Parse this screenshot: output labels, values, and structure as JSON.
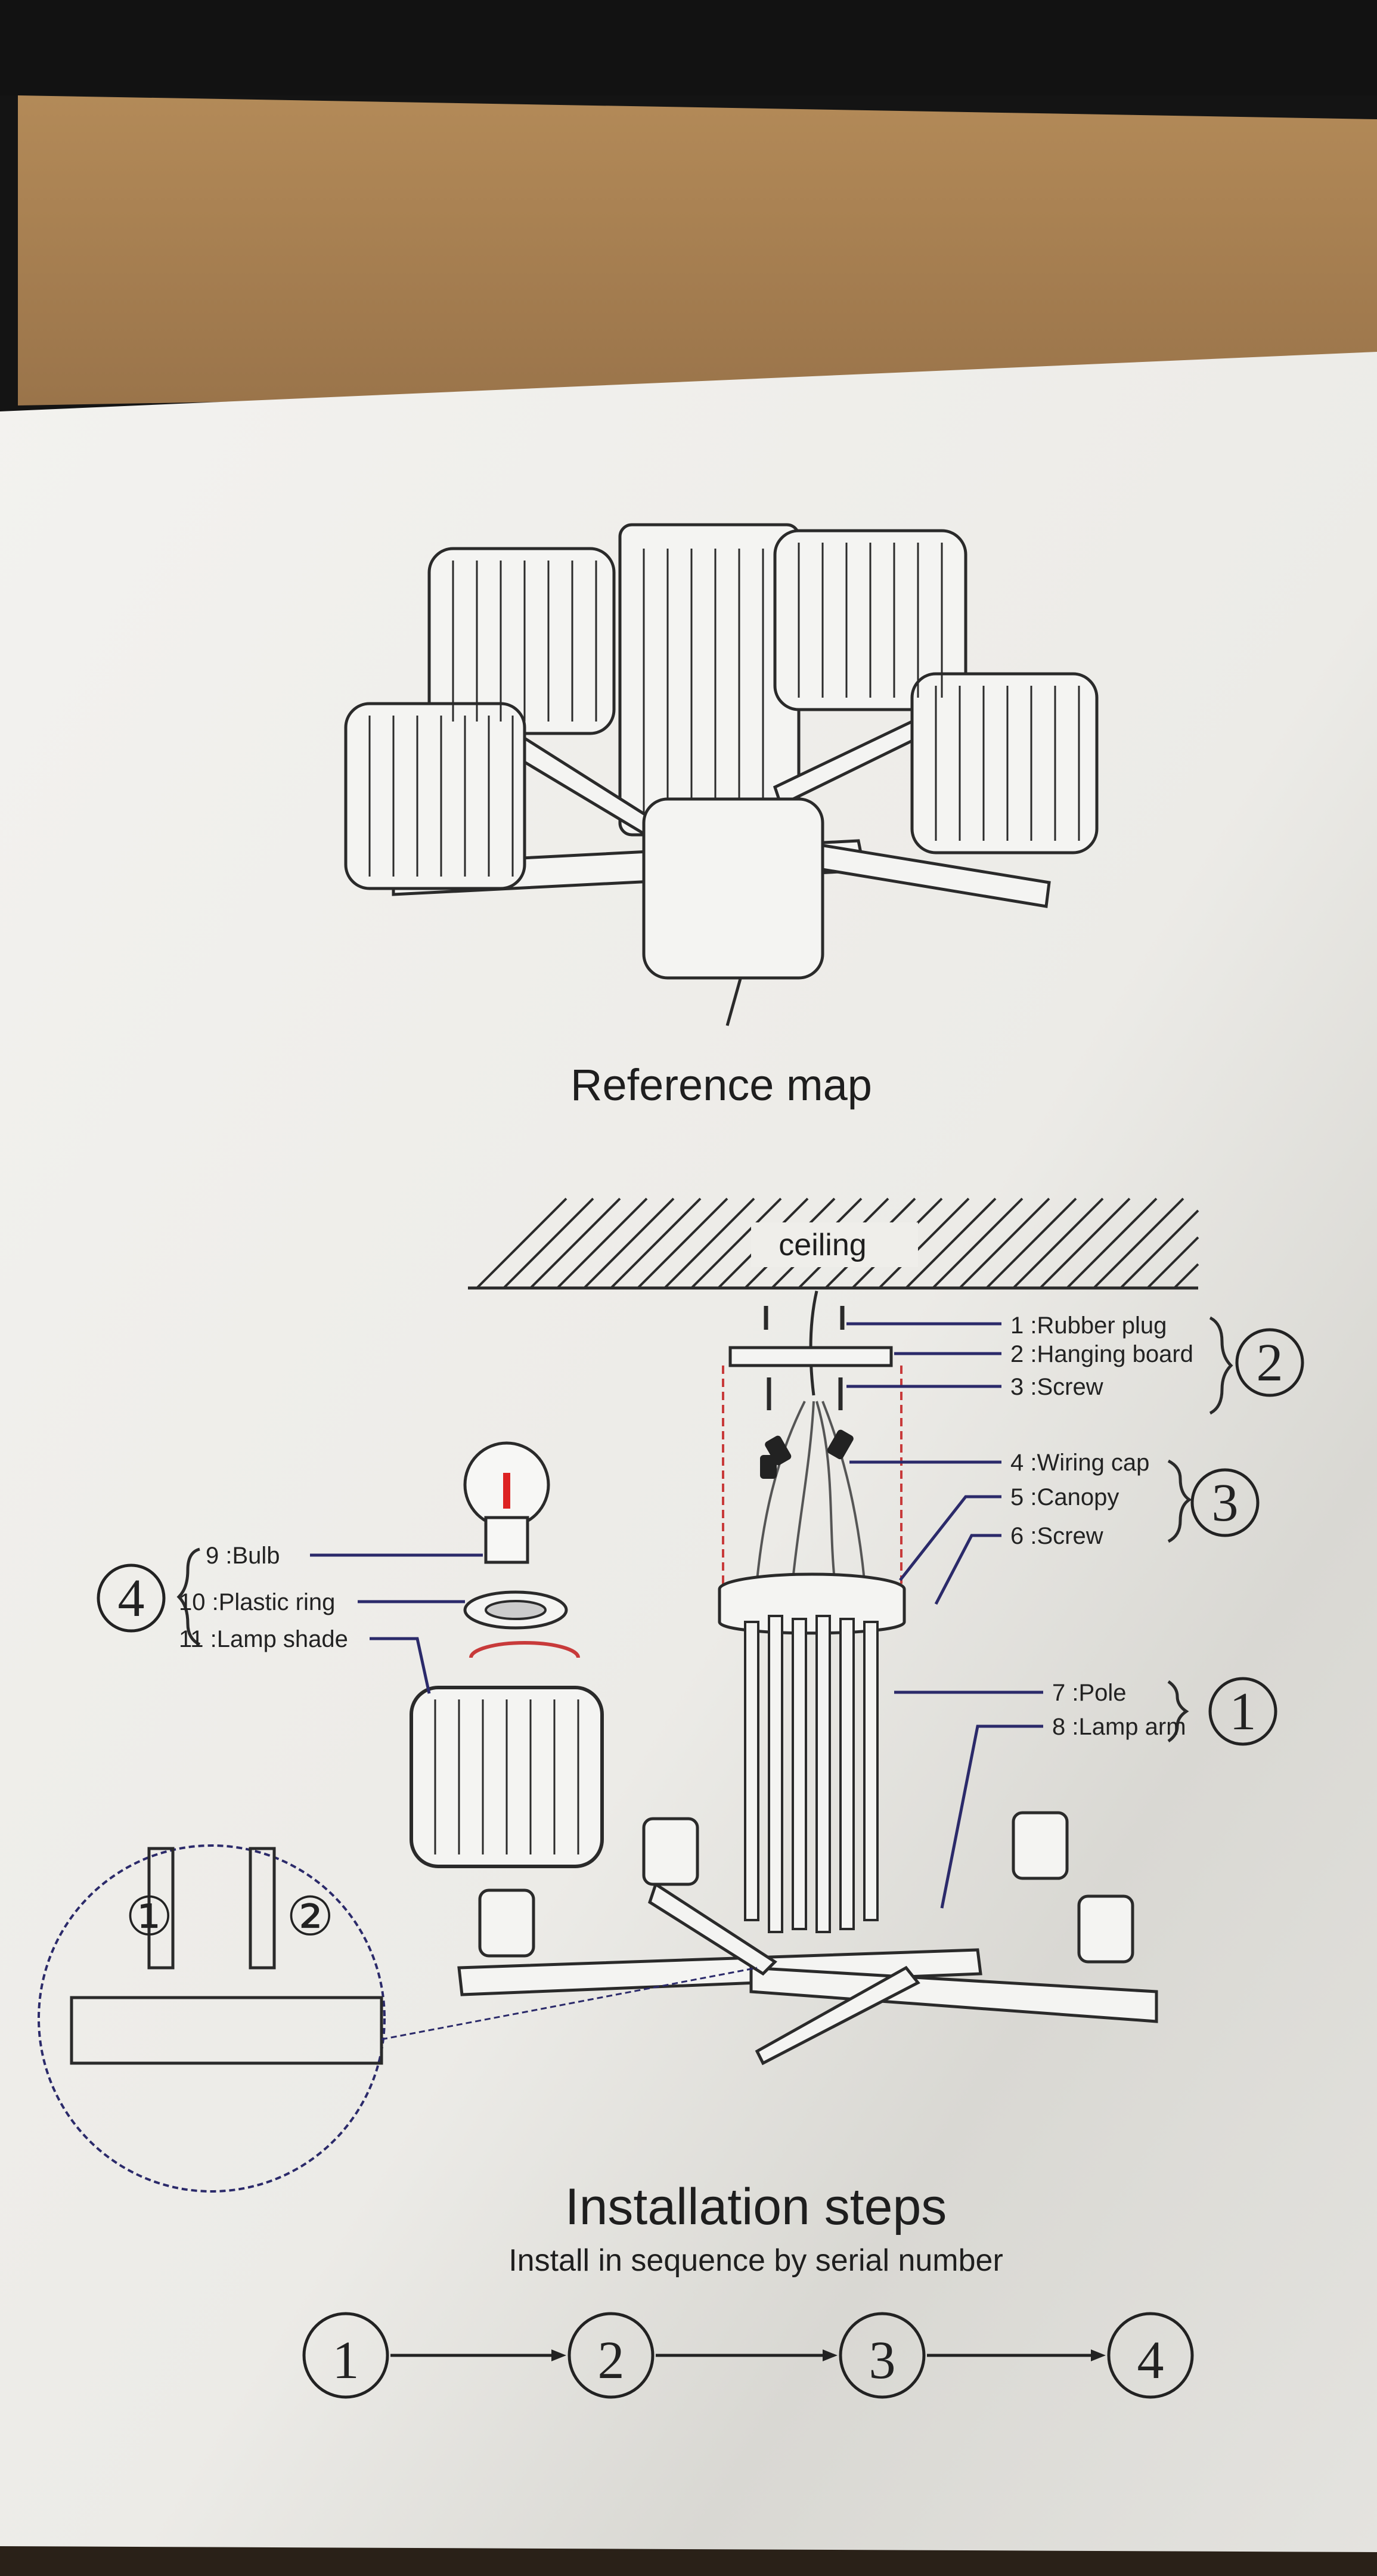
{
  "reference": {
    "title": "Reference map"
  },
  "diagram": {
    "ceiling_label": "ceiling",
    "parts": [
      {
        "label": "1 :Rubber plug"
      },
      {
        "label": "2 :Hanging board"
      },
      {
        "label": "3 :Screw"
      },
      {
        "label": "4 :Wiring cap"
      },
      {
        "label": "5 :Canopy"
      },
      {
        "label": "6 :Screw"
      },
      {
        "label": "7 :Pole"
      },
      {
        "label": "8 :Lamp arm"
      },
      {
        "label": "9 :Bulb"
      },
      {
        "label": "10 :Plastic ring"
      },
      {
        "label": "11 :Lamp shade"
      }
    ],
    "groups": {
      "g1": "1",
      "g2": "2",
      "g3": "3",
      "g4": "4"
    },
    "detail_marks": {
      "a": "①",
      "b": "②"
    }
  },
  "steps": {
    "title": "Installation steps",
    "subtitle": "Install in sequence by serial number",
    "sequence": [
      "1",
      "2",
      "3",
      "4"
    ]
  },
  "colors": {
    "paper": "#efeeea",
    "cardboard": "#a98150",
    "ink": "#222222",
    "arrow": "#2b2a6a",
    "accent": "#c83a3a"
  }
}
